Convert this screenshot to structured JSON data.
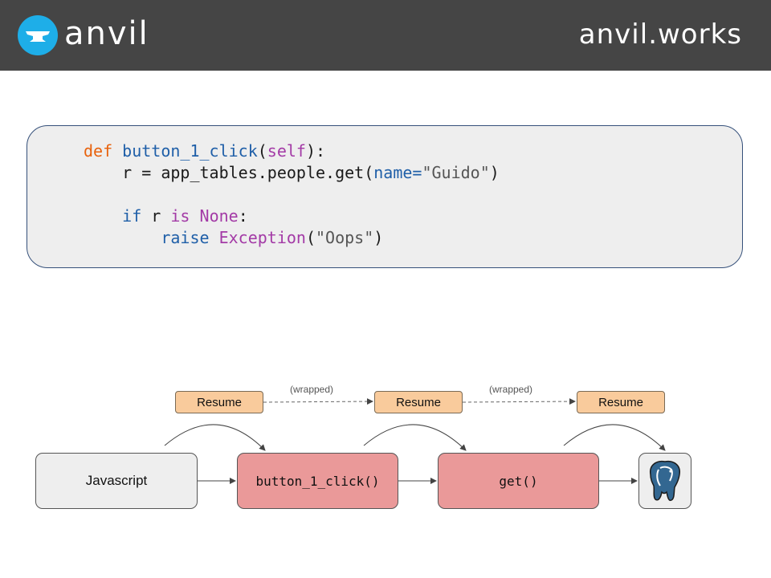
{
  "header": {
    "logo_text": "anvil",
    "site_text": "anvil.works"
  },
  "code": {
    "line1": {
      "kw": "def",
      "fn": "button_1_click",
      "open": "(",
      "self": "self",
      "close": "):"
    },
    "line2": {
      "pre": "r = app_tables.people.get(",
      "param": "name",
      "eq": "=",
      "str": "\"Guido\"",
      "close": ")"
    },
    "line4": {
      "if": "if",
      "var": " r ",
      "is": "is",
      "none": "None",
      "colon": ":"
    },
    "line5": {
      "raise": "raise",
      "exc": "Exception",
      "open": "(",
      "str": "\"Oops\"",
      "close": ")"
    }
  },
  "diagram": {
    "nodes": {
      "javascript": "Javascript",
      "button_click": "button_1_click()",
      "get": "get()"
    },
    "resume_label": "Resume",
    "resume_labels": [
      "Resume",
      "Resume",
      "Resume"
    ],
    "wrapped_labels": [
      "(wrapped)",
      "(wrapped)"
    ]
  },
  "colors": {
    "header_bg": "#454545",
    "logo_blue": "#1eaee8",
    "code_bg": "#eeeeee",
    "function_box": "#ea9999",
    "resume_box": "#f9cb9c",
    "postgres_blue": "#336791"
  },
  "icons": [
    "anvil-logo-icon",
    "postgresql-elephant-icon"
  ]
}
